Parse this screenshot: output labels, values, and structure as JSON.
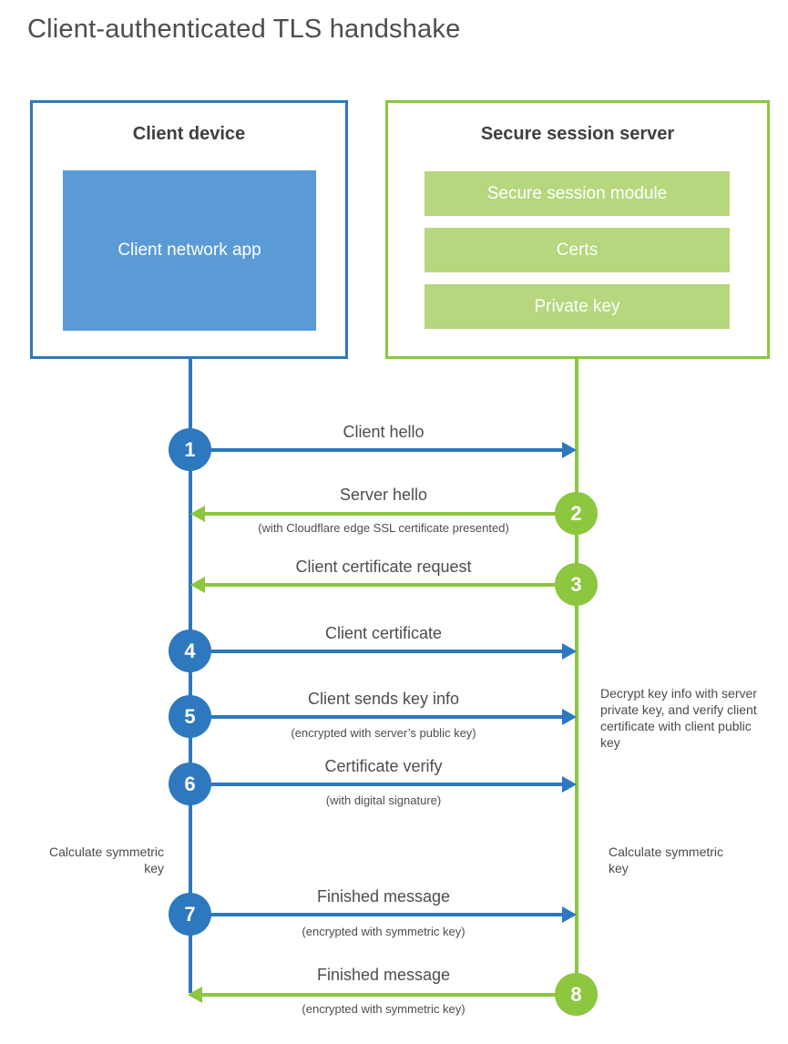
{
  "page": {
    "title": "Client-authenticated TLS handshake"
  },
  "colors": {
    "blue_accent": "#2d78be",
    "blue_fill": "#5b9bd5",
    "green_accent": "#8dc63f",
    "green_fill": "#b6d77d",
    "heading_text": "#3f3f3f",
    "body_text": "#4d4d4d"
  },
  "client": {
    "title": "Client device",
    "app_label": "Client network app"
  },
  "server": {
    "title": "Secure session server",
    "modules": [
      "Secure session module",
      "Certs",
      "Private key"
    ]
  },
  "steps": [
    {
      "num": "1",
      "actor": "client",
      "direction": "right",
      "label": "Client hello",
      "sub": ""
    },
    {
      "num": "2",
      "actor": "server",
      "direction": "left",
      "label": "Server hello",
      "sub": "(with Cloudflare edge SSL certificate presented)"
    },
    {
      "num": "3",
      "actor": "server",
      "direction": "left",
      "label": "Client certificate request",
      "sub": ""
    },
    {
      "num": "4",
      "actor": "client",
      "direction": "right",
      "label": "Client certificate",
      "sub": ""
    },
    {
      "num": "5",
      "actor": "client",
      "direction": "right",
      "label": "Client sends key info",
      "sub": "(encrypted with server’s public key)"
    },
    {
      "num": "6",
      "actor": "client",
      "direction": "right",
      "label": "Certificate verify",
      "sub": "(with digital signature)"
    },
    {
      "num": "7",
      "actor": "client",
      "direction": "right",
      "label": "Finished message",
      "sub": "(encrypted with symmetric key)"
    },
    {
      "num": "8",
      "actor": "server",
      "direction": "left",
      "label": "Finished message",
      "sub": "(encrypted with symmetric key)"
    }
  ],
  "notes": {
    "decrypt": "Decrypt key info with server private key, and verify client certificate with client public key",
    "calc_left": "Calculate symmetric key",
    "calc_right": "Calculate symmetric key"
  }
}
